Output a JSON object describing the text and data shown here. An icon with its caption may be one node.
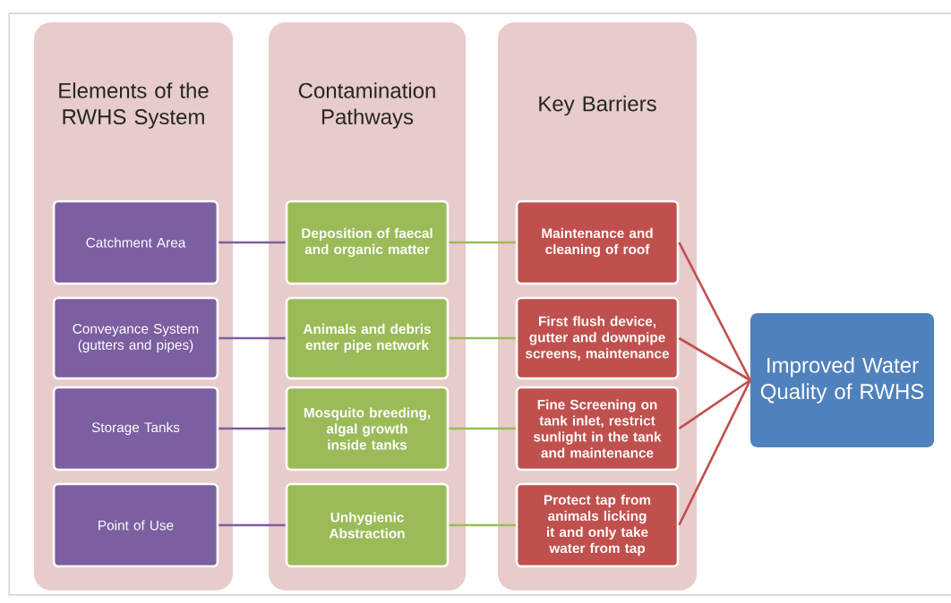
{
  "diagram": {
    "nodes": [
      {
        "text": [
          "Elements of the RWHS System"
        ]
      },
      {
        "text": [
          "Catchment Area"
        ],
        "in": 0
      },
      {
        "text": [
          "Conveyance System (gutters and pipes)"
        ],
        "in": 0
      },
      {
        "text": [
          "Storage Tanks"
        ],
        "in": 0
      },
      {
        "text": [
          "Point of Use"
        ],
        "in": 0
      },
      {
        "text": [
          "Contamination Pathways"
        ]
      },
      {
        "text": [
          "Deposition of faecal and organic matter"
        ],
        "in": 5
      },
      {
        "text": [
          "Animals and debris enter pipe network"
        ],
        "in": 5
      },
      {
        "text": [
          "Mosquito breeding, algal growth inside tanks"
        ],
        "in": 5
      },
      {
        "text": [
          "Unhygienic Abstraction"
        ],
        "in": 5
      },
      {
        "text": [
          "Key  Barriers"
        ]
      },
      {
        "text": [
          "Maintenance and cleaning of roof"
        ],
        "in": 10
      },
      {
        "text": [
          "First flush device, gutter and downpipe screens, maintenance"
        ],
        "in": 10
      },
      {
        "text": [
          "Fine Screening on tank inlet, restrict sunlight in the tank and maintenance"
        ],
        "in": 10
      },
      {
        "text": [
          "Protect tap from animals licking it and only take water from tap"
        ],
        "in": 10
      },
      {
        "text": [
          "Improved Water Quality of RWHS"
        ]
      }
    ],
    "edges": [
      {
        "from": 1,
        "to": 6,
        "arrow": "none",
        "color": "#7b5fa0"
      },
      {
        "from": 2,
        "to": 7,
        "arrow": "none",
        "color": "#7b5fa0"
      },
      {
        "from": 3,
        "to": 8,
        "arrow": "none",
        "color": "#7b5fa0"
      },
      {
        "from": 4,
        "to": 9,
        "arrow": "none",
        "color": "#7b5fa0"
      },
      {
        "from": 6,
        "to": 11,
        "arrow": "none",
        "color": "#9bbb59"
      },
      {
        "from": 7,
        "to": 12,
        "arrow": "none",
        "color": "#9bbb59"
      },
      {
        "from": 8,
        "to": 13,
        "arrow": "none",
        "color": "#9bbb59"
      },
      {
        "from": 9,
        "to": 14,
        "arrow": "none",
        "color": "#9bbb59"
      },
      {
        "from": 11,
        "to": 15,
        "arrow": "none",
        "color": "#c0504d"
      },
      {
        "from": 12,
        "to": 15,
        "arrow": "none",
        "color": "#c0504d"
      },
      {
        "from": 13,
        "to": 15,
        "arrow": "none",
        "color": "#c0504d"
      },
      {
        "from": 14,
        "to": 15,
        "arrow": "none",
        "color": "#c0504d"
      }
    ]
  }
}
